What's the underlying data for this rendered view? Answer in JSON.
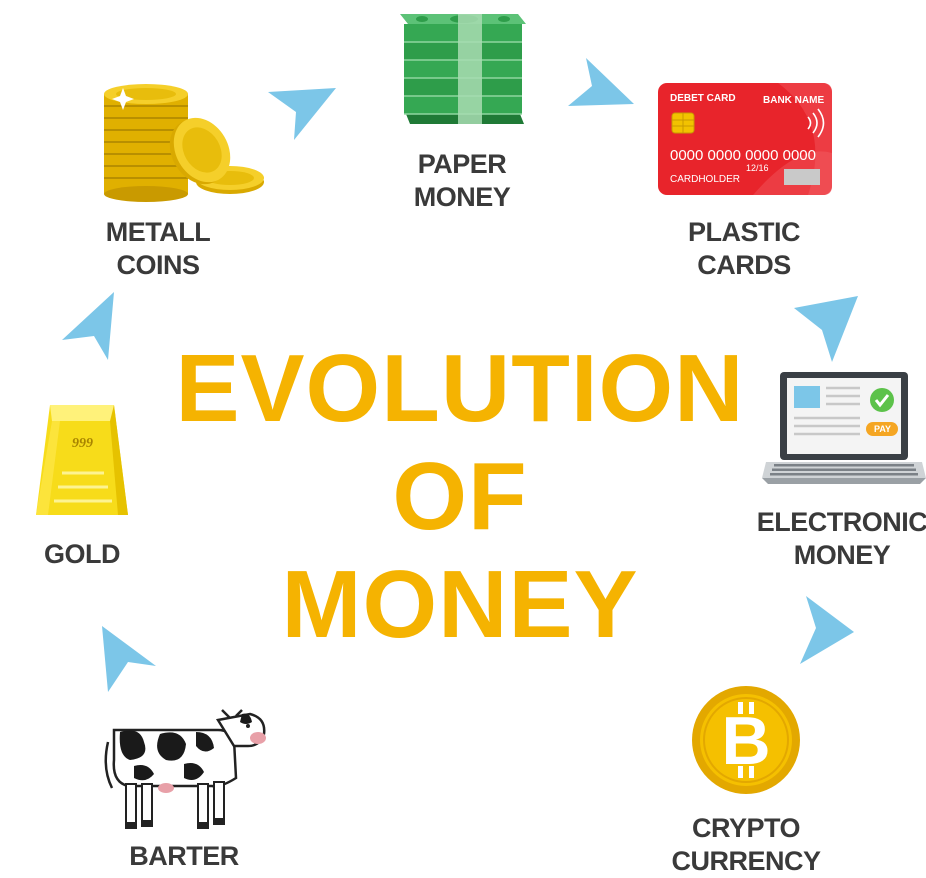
{
  "title": {
    "line1": "EVOLUTION",
    "line2": "OF",
    "line3": "MONEY"
  },
  "colors": {
    "title": "#f5b301",
    "arrow": "#7cc6e8",
    "label": "#3a3a3a",
    "card_red": "#e8242b",
    "banknote_green": "#2e9d4a",
    "coin_gold": "#f2c200"
  },
  "stages": [
    {
      "id": "barter",
      "line1": "BARTER",
      "line2": "",
      "icon": "cow-icon"
    },
    {
      "id": "gold",
      "line1": "GOLD",
      "line2": "",
      "icon": "gold-bar-icon"
    },
    {
      "id": "metall",
      "line1": "METALL",
      "line2": "COINS",
      "icon": "coin-stack-icon"
    },
    {
      "id": "paper",
      "line1": "PAPER",
      "line2": "MONEY",
      "icon": "banknote-stack-icon"
    },
    {
      "id": "plastic",
      "line1": "PLASTIC",
      "line2": "CARDS",
      "icon": "credit-card-icon"
    },
    {
      "id": "electronic",
      "line1": "ELECTRONIC",
      "line2": "MONEY",
      "icon": "laptop-icon"
    },
    {
      "id": "crypto",
      "line1": "CRYPTO",
      "line2": "CURRENCY",
      "icon": "bitcoin-icon"
    }
  ],
  "gold_bar": {
    "stamp": "999"
  },
  "card": {
    "type": "DEBET CARD",
    "bank": "BANK NAME",
    "number": "0000 0000 0000 0000",
    "expiry": "12/16",
    "holder": "CARDHOLDER"
  },
  "laptop": {
    "pay_label": "PAY"
  },
  "crypto_symbol": "B"
}
